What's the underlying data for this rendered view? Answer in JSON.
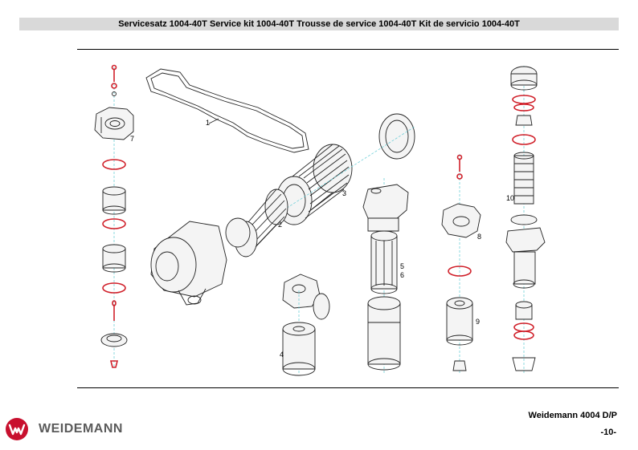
{
  "header": {
    "title": "Servicesatz 1004-40T Service kit 1004-40T Trousse de service 1004-40T Kit de servicio 1004-40T"
  },
  "diagram": {
    "callouts": [
      "1",
      "2",
      "3",
      "4",
      "5",
      "6",
      "7",
      "8",
      "9",
      "10"
    ]
  },
  "footer": {
    "model": "Weidemann 4004 D/P",
    "page": "-10-",
    "brand": "WEIDEMANN"
  },
  "colors": {
    "accent_red": "#d0202a",
    "centerline": "#6fcfd8",
    "title_bar": "#d9d9d9"
  },
  "icons": {
    "logo": "weidemann-logo-icon"
  }
}
